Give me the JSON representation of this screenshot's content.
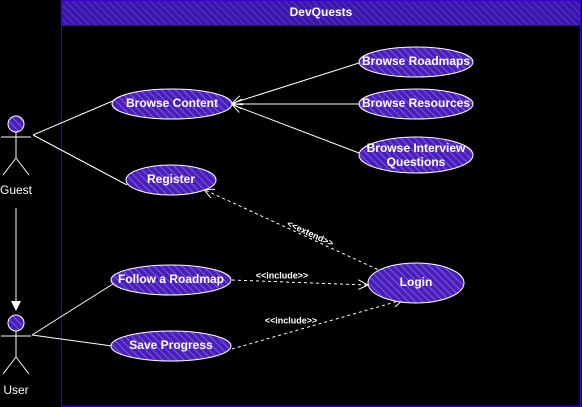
{
  "system": {
    "title": "DevQuests"
  },
  "actors": {
    "guest": {
      "label": "Guest"
    },
    "user": {
      "label": "User"
    }
  },
  "use_cases": {
    "browse_content": {
      "label": "Browse Content"
    },
    "browse_roadmaps": {
      "label": "Browse Roadmaps"
    },
    "browse_resources": {
      "label": "Browse Resources"
    },
    "browse_interview_questions": {
      "line1": "Browse Interview",
      "line2": "Questions"
    },
    "register": {
      "label": "Register"
    },
    "follow_roadmap": {
      "label": "Follow a Roadmap"
    },
    "save_progress": {
      "label": "Save Progress"
    },
    "login": {
      "label": "Login"
    }
  },
  "relations": {
    "extend_label": "<<extend>>",
    "include_follow_label": "<<include>>",
    "include_save_label": "<<include>>"
  },
  "colors": {
    "background": "#000000",
    "frame": "#3700CC",
    "fill": "#4A1FB8",
    "hatch": "#7B55E8",
    "stroke": "#ffffff",
    "text": "#ffffff"
  }
}
